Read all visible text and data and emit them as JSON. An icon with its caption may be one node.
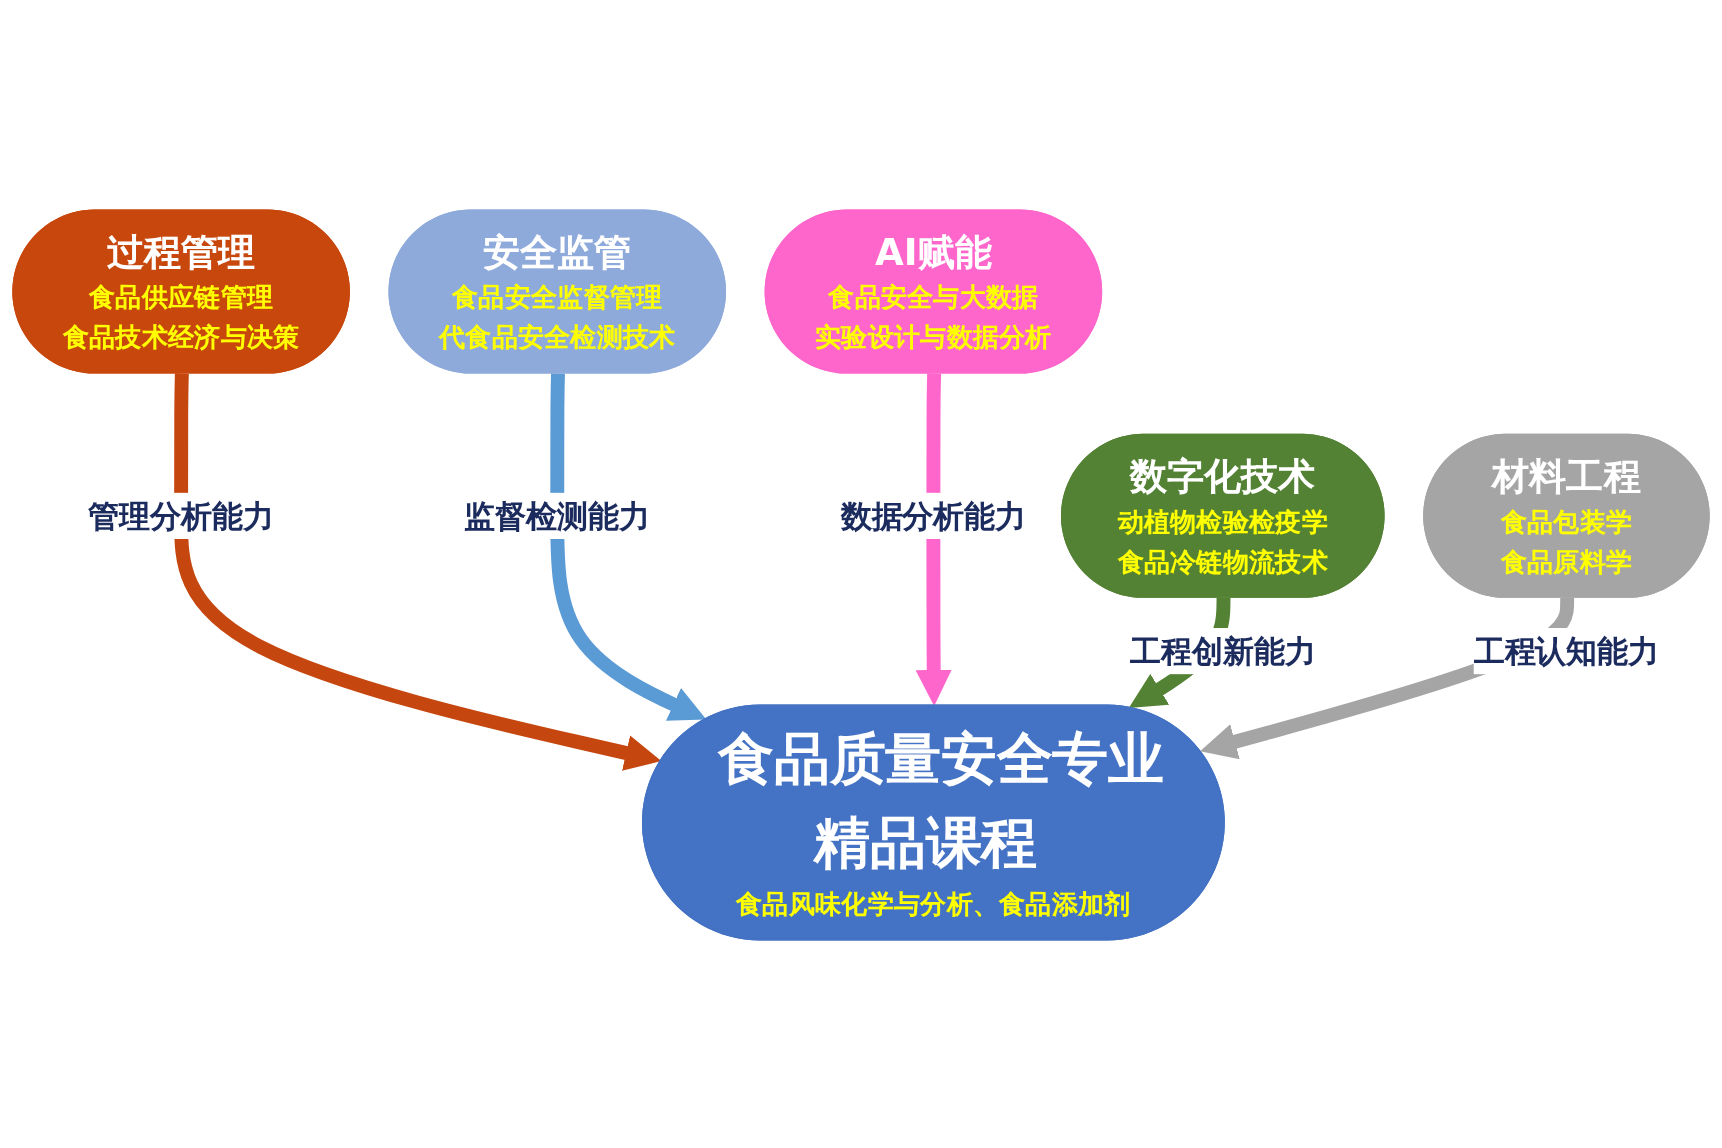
{
  "diagram": {
    "nodes": [
      {
        "text": [
          "过程管理",
          "食品供应链管理",
          "食品技术经济与决策"
        ]
      },
      {
        "text": [
          "安全监管",
          "食品安全监督管理",
          "代食品安全检测技术"
        ]
      },
      {
        "text": [
          "AI赋能",
          "食品安全与大数据",
          "实验设计与数据分析"
        ]
      },
      {
        "text": [
          "食品质量安全专业精品课程",
          "食品风味化学与分析、食品添加剂"
        ]
      },
      {
        "text": [
          "数字化技术",
          "动植物检验检疫学",
          "食品冷链物流技术"
        ]
      },
      {
        "text": [
          "材料工程",
          "食品包装学",
          "食品原料学"
        ]
      }
    ],
    "edges": [
      {
        "from": 0,
        "to": 3,
        "arrow": "to",
        "label": "管理分析能力",
        "color": "#c5470f"
      },
      {
        "from": 1,
        "to": 3,
        "arrow": "to",
        "label": "监督检测能力",
        "color": "#5b9bd5"
      },
      {
        "from": 2,
        "to": 3,
        "arrow": "to",
        "label": "数据分析能力",
        "color": "#ff66cc"
      },
      {
        "from": 4,
        "to": 3,
        "arrow": "to",
        "label": "工程创新能力",
        "color": "#548235"
      },
      {
        "from": 5,
        "to": 3,
        "arrow": "to",
        "label": "工程认知能力",
        "color": "#a5a5a5"
      }
    ]
  }
}
